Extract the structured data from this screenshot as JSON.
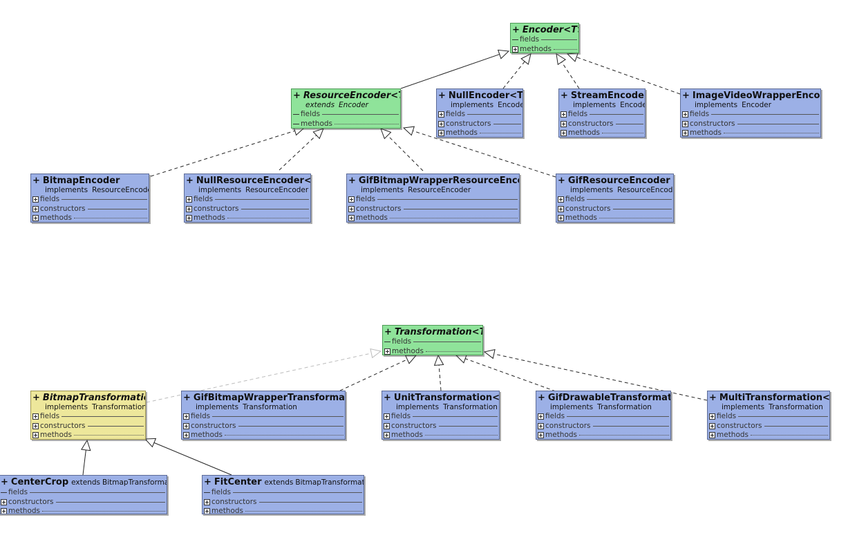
{
  "diagram": {
    "colors": {
      "class_fill": "#9cb0e6",
      "interface_fill": "#8fe39a",
      "abstract_fill": "#ede79b",
      "edge": "#222222",
      "faint_edge": "#bbbbbb"
    },
    "classes": [
      {
        "id": "encoder",
        "visibility": "+",
        "name": "Encoder<T>",
        "abstract": true,
        "color": "green",
        "sections": [
          {
            "label": "fields",
            "icon": "dash"
          },
          {
            "label": "methods",
            "icon": "plus"
          }
        ]
      },
      {
        "id": "resource-encoder",
        "visibility": "+",
        "name": "ResourceEncoder<T>",
        "abstract": true,
        "color": "green",
        "relation": {
          "keyword": "extends",
          "target": "Encoder",
          "style": "line"
        },
        "sections": [
          {
            "label": "fields",
            "icon": "dash"
          },
          {
            "label": "methods",
            "icon": "dash"
          }
        ]
      },
      {
        "id": "null-encoder",
        "visibility": "+",
        "name": "NullEncoder<T>",
        "color": "blue",
        "relation": {
          "keyword": "implements",
          "target": "Encoder",
          "style": "line"
        },
        "sections": [
          {
            "label": "fields",
            "icon": "plus"
          },
          {
            "label": "constructors",
            "icon": "plus"
          },
          {
            "label": "methods",
            "icon": "plus"
          }
        ]
      },
      {
        "id": "stream-encoder",
        "visibility": "+",
        "name": "StreamEncoder",
        "color": "blue",
        "relation": {
          "keyword": "implements",
          "target": "Encoder",
          "style": "line"
        },
        "sections": [
          {
            "label": "fields",
            "icon": "plus"
          },
          {
            "label": "constructors",
            "icon": "plus"
          },
          {
            "label": "methods",
            "icon": "plus"
          }
        ]
      },
      {
        "id": "image-video-wrapper-encoder",
        "visibility": "+",
        "name": "ImageVideoWrapperEncoder",
        "color": "blue",
        "relation": {
          "keyword": "implements",
          "target": "Encoder",
          "style": "line"
        },
        "sections": [
          {
            "label": "fields",
            "icon": "plus"
          },
          {
            "label": "constructors",
            "icon": "plus"
          },
          {
            "label": "methods",
            "icon": "plus"
          }
        ]
      },
      {
        "id": "bitmap-encoder",
        "visibility": "+",
        "name": "BitmapEncoder",
        "color": "blue",
        "relation": {
          "keyword": "implements",
          "target": "ResourceEncoder",
          "style": "line"
        },
        "sections": [
          {
            "label": "fields",
            "icon": "plus"
          },
          {
            "label": "constructors",
            "icon": "plus"
          },
          {
            "label": "methods",
            "icon": "plus"
          }
        ]
      },
      {
        "id": "null-resource-encoder",
        "visibility": "+",
        "name": "NullResourceEncoder<T>",
        "color": "blue",
        "relation": {
          "keyword": "implements",
          "target": "ResourceEncoder",
          "style": "line"
        },
        "sections": [
          {
            "label": "fields",
            "icon": "plus"
          },
          {
            "label": "constructors",
            "icon": "plus"
          },
          {
            "label": "methods",
            "icon": "plus"
          }
        ]
      },
      {
        "id": "gif-bitmap-wrapper-resource-encoder",
        "visibility": "+",
        "name": "GifBitmapWrapperResourceEncoder",
        "color": "blue",
        "relation": {
          "keyword": "implements",
          "target": "ResourceEncoder",
          "style": "line"
        },
        "sections": [
          {
            "label": "fields",
            "icon": "plus"
          },
          {
            "label": "constructors",
            "icon": "plus"
          },
          {
            "label": "methods",
            "icon": "plus"
          }
        ]
      },
      {
        "id": "gif-resource-encoder",
        "visibility": "+",
        "name": "GifResourceEncoder",
        "color": "blue",
        "relation": {
          "keyword": "implements",
          "target": "ResourceEncoder",
          "style": "line"
        },
        "sections": [
          {
            "label": "fields",
            "icon": "plus"
          },
          {
            "label": "constructors",
            "icon": "plus"
          },
          {
            "label": "methods",
            "icon": "plus"
          }
        ]
      },
      {
        "id": "transformation",
        "visibility": "+",
        "name": "Transformation<T>",
        "abstract": true,
        "color": "green",
        "sections": [
          {
            "label": "fields",
            "icon": "dash"
          },
          {
            "label": "methods",
            "icon": "plus"
          }
        ]
      },
      {
        "id": "bitmap-transformation",
        "visibility": "+",
        "name": "BitmapTransformation",
        "abstract": true,
        "color": "yellow",
        "relation": {
          "keyword": "implements",
          "target": "Transformation",
          "style": "line"
        },
        "sections": [
          {
            "label": "fields",
            "icon": "plus"
          },
          {
            "label": "constructors",
            "icon": "plus"
          },
          {
            "label": "methods",
            "icon": "plus"
          }
        ]
      },
      {
        "id": "gif-bitmap-wrapper-transformation",
        "visibility": "+",
        "name": "GifBitmapWrapperTransformation",
        "color": "blue",
        "relation": {
          "keyword": "implements",
          "target": "Transformation",
          "style": "line"
        },
        "sections": [
          {
            "label": "fields",
            "icon": "plus"
          },
          {
            "label": "constructors",
            "icon": "plus"
          },
          {
            "label": "methods",
            "icon": "plus"
          }
        ]
      },
      {
        "id": "unit-transformation",
        "visibility": "+",
        "name": "UnitTransformation<T>",
        "color": "blue",
        "relation": {
          "keyword": "implements",
          "target": "Transformation",
          "style": "line"
        },
        "sections": [
          {
            "label": "fields",
            "icon": "plus"
          },
          {
            "label": "constructors",
            "icon": "plus"
          },
          {
            "label": "methods",
            "icon": "plus"
          }
        ]
      },
      {
        "id": "gif-drawable-transformation",
        "visibility": "+",
        "name": "GifDrawableTransformation",
        "color": "blue",
        "relation": {
          "keyword": "implements",
          "target": "Transformation",
          "style": "line"
        },
        "sections": [
          {
            "label": "fields",
            "icon": "plus"
          },
          {
            "label": "constructors",
            "icon": "plus"
          },
          {
            "label": "methods",
            "icon": "plus"
          }
        ]
      },
      {
        "id": "multi-transformation",
        "visibility": "+",
        "name": "MultiTransformation<T>",
        "color": "blue",
        "relation": {
          "keyword": "implements",
          "target": "Transformation",
          "style": "line"
        },
        "sections": [
          {
            "label": "fields",
            "icon": "plus"
          },
          {
            "label": "constructors",
            "icon": "plus"
          },
          {
            "label": "methods",
            "icon": "plus"
          }
        ]
      },
      {
        "id": "center-crop",
        "visibility": "+",
        "name": "CenterCrop",
        "color": "blue",
        "relation": {
          "keyword": "extends",
          "target": "BitmapTransformation",
          "style": "inline"
        },
        "sections": [
          {
            "label": "fields",
            "icon": "dash"
          },
          {
            "label": "constructors",
            "icon": "plus"
          },
          {
            "label": "methods",
            "icon": "plus"
          }
        ]
      },
      {
        "id": "fit-center",
        "visibility": "+",
        "name": "FitCenter",
        "color": "blue",
        "relation": {
          "keyword": "extends",
          "target": "BitmapTransformation",
          "style": "inline"
        },
        "sections": [
          {
            "label": "fields",
            "icon": "dash"
          },
          {
            "label": "constructors",
            "icon": "plus"
          },
          {
            "label": "methods",
            "icon": "plus"
          }
        ]
      }
    ],
    "edges": [
      {
        "from": "resource-encoder",
        "to": "encoder",
        "kind": "extends"
      },
      {
        "from": "null-encoder",
        "to": "encoder",
        "kind": "implements"
      },
      {
        "from": "stream-encoder",
        "to": "encoder",
        "kind": "implements"
      },
      {
        "from": "image-video-wrapper-encoder",
        "to": "encoder",
        "kind": "implements"
      },
      {
        "from": "bitmap-encoder",
        "to": "resource-encoder",
        "kind": "implements"
      },
      {
        "from": "null-resource-encoder",
        "to": "resource-encoder",
        "kind": "implements"
      },
      {
        "from": "gif-bitmap-wrapper-resource-encoder",
        "to": "resource-encoder",
        "kind": "implements"
      },
      {
        "from": "gif-resource-encoder",
        "to": "resource-encoder",
        "kind": "implements"
      },
      {
        "from": "bitmap-transformation",
        "to": "transformation",
        "kind": "implements-faint"
      },
      {
        "from": "gif-bitmap-wrapper-transformation",
        "to": "transformation",
        "kind": "implements"
      },
      {
        "from": "unit-transformation",
        "to": "transformation",
        "kind": "implements"
      },
      {
        "from": "gif-drawable-transformation",
        "to": "transformation",
        "kind": "implements"
      },
      {
        "from": "multi-transformation",
        "to": "transformation",
        "kind": "implements"
      },
      {
        "from": "center-crop",
        "to": "bitmap-transformation",
        "kind": "extends"
      },
      {
        "from": "fit-center",
        "to": "bitmap-transformation",
        "kind": "extends"
      }
    ]
  }
}
